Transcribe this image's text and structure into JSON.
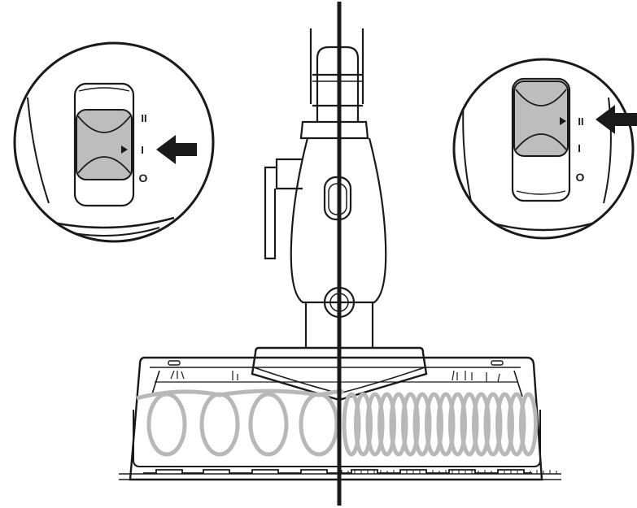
{
  "illustration": {
    "left_panel": {
      "switch_setting": "I"
    },
    "right_panel": {
      "switch_setting": "II"
    },
    "switch_labels": {
      "high": "II",
      "low": "I",
      "off": "O"
    },
    "left_half_brushroll": "slow",
    "right_half_brushroll": "fast"
  },
  "colors": {
    "line": "#1a1a1a",
    "highlight": "#bdbdbd",
    "brushroll": "#b8b8b8",
    "background": "#ffffff"
  },
  "icons": [
    "pointer-arrow-icon",
    "pointer-arrow-icon"
  ]
}
